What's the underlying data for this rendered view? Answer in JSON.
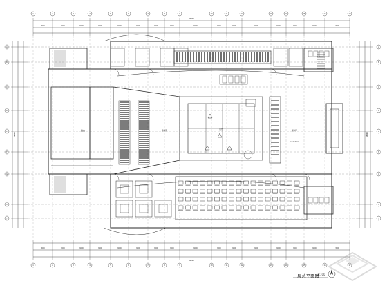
{
  "drawing": {
    "title": "一层总平面图",
    "scale": "1:100",
    "overall_dimension": "84200"
  },
  "axes": {
    "columns": [
      "1",
      "2",
      "3",
      "4",
      "5",
      "6",
      "7",
      "8",
      "9",
      "10",
      "11",
      "12",
      "13",
      "14",
      "15",
      "16",
      "17"
    ],
    "rows_left": [
      "A",
      "B",
      "C",
      "D",
      "E",
      "F",
      "G",
      "H",
      "J"
    ],
    "rows_right": [
      "A",
      "B",
      "C",
      "D",
      "E",
      "F",
      "G",
      "H",
      "J"
    ]
  },
  "dimensions": {
    "top_segments": [
      "3000",
      "6000",
      "6000",
      "6000",
      "6000",
      "6000",
      "6000",
      "6000",
      "6000",
      "6000",
      "6000",
      "6000",
      "6000",
      "6000",
      "6000",
      "3000"
    ],
    "bottom_segments": [
      "3000",
      "6000",
      "6000",
      "6000",
      "6000",
      "6000",
      "6000",
      "6000",
      "6000",
      "6000",
      "6000",
      "6000",
      "6000",
      "6000",
      "6000",
      "3000"
    ],
    "left_total": "48000",
    "right_total": "48000"
  },
  "rooms": {
    "stage": "舞台",
    "hall": "观众厅",
    "lobby": "门厅",
    "seating": "座位区",
    "stage_size": "12.0×24.0"
  },
  "icons": {
    "north_arrow": "north-arrow-icon",
    "watermark": "house-watermark-icon"
  },
  "colors": {
    "line": "#2a2a2a",
    "seat": "#111111",
    "hatch": "#555555"
  }
}
